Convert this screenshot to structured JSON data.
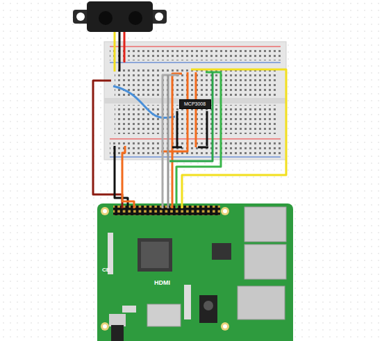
{
  "diagram": {
    "nodes": [
      {
        "text": [
          "MCP3008"
        ]
      }
    ],
    "labels": [
      "HDMI",
      "CE"
    ]
  }
}
